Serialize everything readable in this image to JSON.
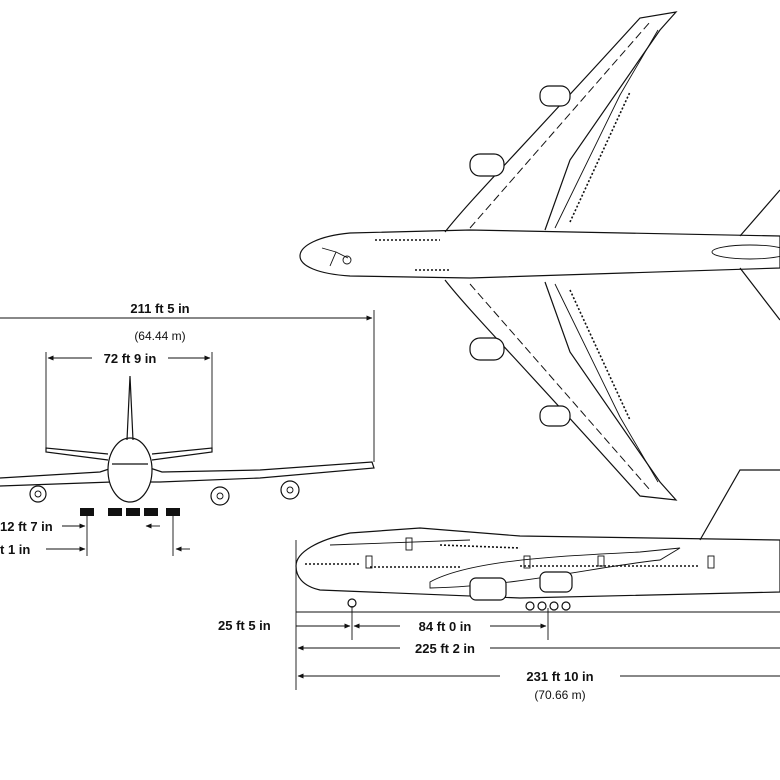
{
  "front_view": {
    "wingspan": {
      "imperial": "211 ft 5 in",
      "metric": "(64.44 m)"
    },
    "tailspan": {
      "imperial": "72 ft 9 in"
    },
    "gear_track": {
      "imperial": "12 ft 7 in"
    },
    "gear_wheel": {
      "imperial": "t 1 in"
    }
  },
  "side_view": {
    "height": {
      "imperial": "25 ft 5 in"
    },
    "wheelbase": {
      "imperial": "84 ft 0 in"
    },
    "fuselage_length": {
      "imperial": "225 ft 2 in"
    },
    "overall_length": {
      "imperial": "231 ft 10 in",
      "metric": "(70.66 m)"
    }
  }
}
